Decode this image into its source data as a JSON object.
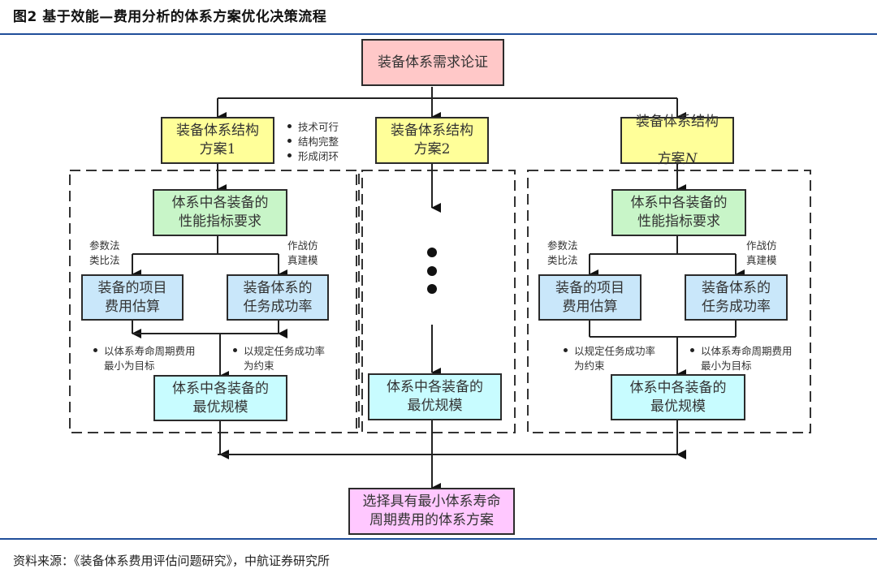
{
  "figure": {
    "title": "图2 基于效能—费用分析的体系方案优化决策流程",
    "source": "资料来源：《装备体系费用评估问题研究》，中航证券研究所",
    "accent_color": "#1f4e9a"
  },
  "nodes": {
    "root": "装备体系需求论证",
    "scheme1": "装备体系结构\n方案1",
    "scheme2": "装备体系结构\n方案2",
    "schemeN_line1": "装备体系结构",
    "schemeN_prefix": "方案",
    "schemeN_suffix": "N",
    "final": "选择具有最小体系寿命\n周期费用的体系方案"
  },
  "scheme_notes": [
    "技术可行",
    "结构完整",
    "形成闭环"
  ],
  "branch_left": {
    "perf_req": "体系中各装备的\n性能指标要求",
    "cost_method": "参数法\n类比法",
    "sim_method": "作战仿\n真建模",
    "cost_est": "装备的项目\n费用估算",
    "success_rate": "装备体系的\n任务成功率",
    "goal_line1": "以体系寿命周期费用",
    "goal_line2": "最小为目标",
    "constraint_line1": "以规定任务成功率",
    "constraint_line2": "为约束",
    "optimal": "体系中各装备的\n最优规模"
  },
  "branch_middle": {
    "optimal": "体系中各装备的\n最优规模"
  },
  "branch_right": {
    "perf_req": "体系中各装备的\n性能指标要求",
    "cost_method": "参数法\n类比法",
    "sim_method": "作战仿\n真建模",
    "cost_est": "装备的项目\n费用估算",
    "success_rate": "装备体系的\n任务成功率",
    "constraint_line1": "以规定任务成功率",
    "constraint_line2": "为约束",
    "goal_line1": "以体系寿命周期费用",
    "goal_line2": "最小为目标",
    "optimal": "体系中各装备的\n最优规模"
  },
  "colors": {
    "root": "#ffc8c8",
    "scheme": "#ffff99",
    "perf_req": "#c8f5c8",
    "cost_success": "#c9e7fa",
    "optimal": "#c8fcff",
    "final": "#ffc8ff"
  }
}
